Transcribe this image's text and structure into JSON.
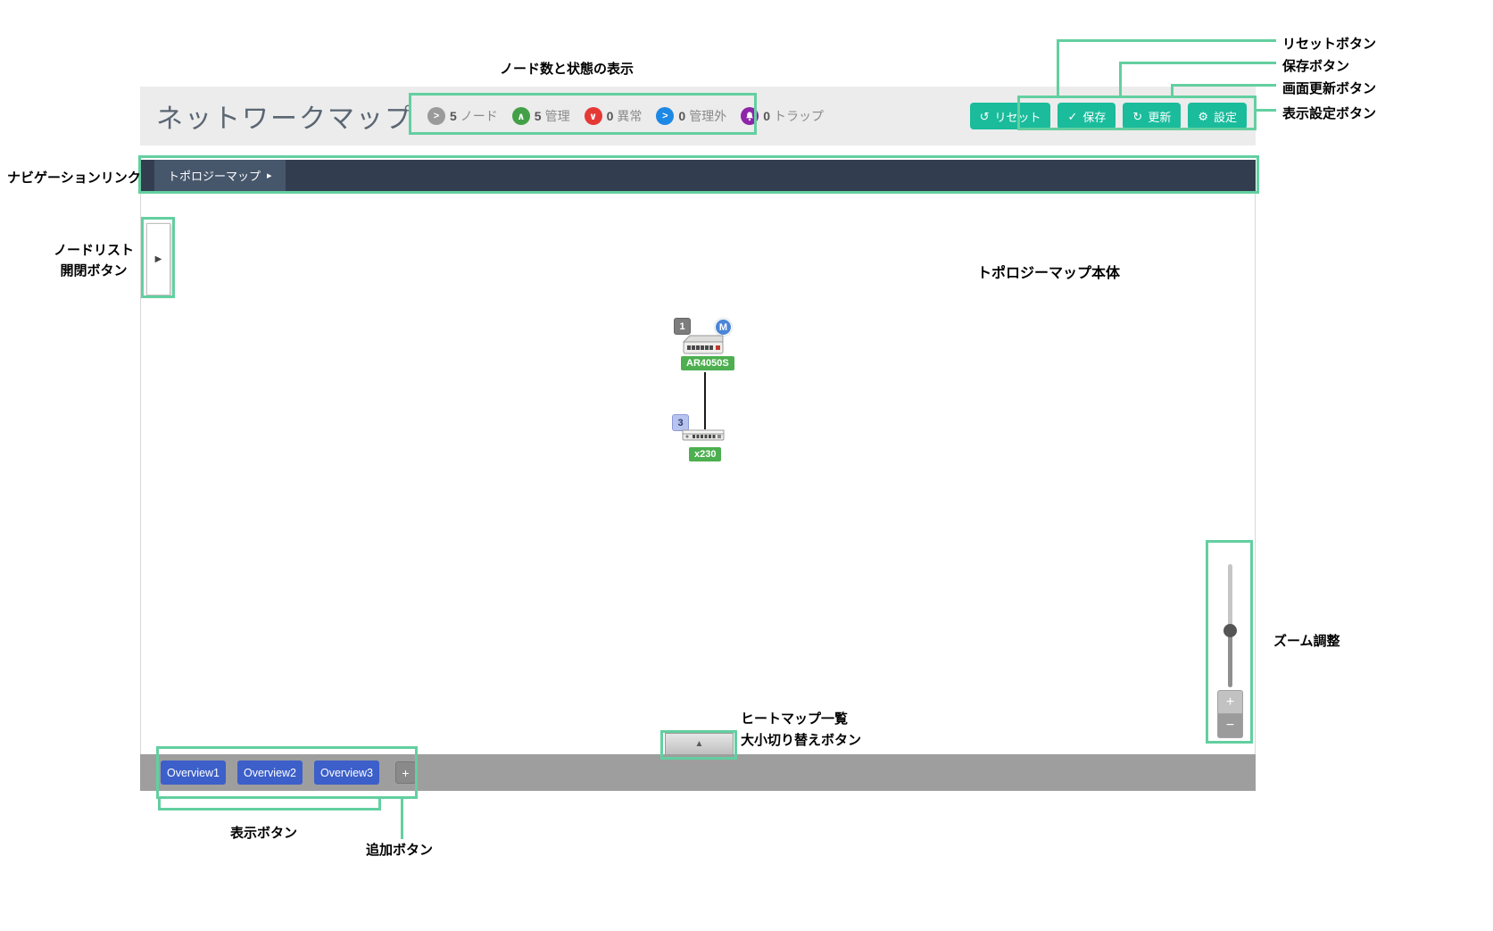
{
  "colors": {
    "annotation_green": "#63cfa0",
    "button_teal": "#1abc9c",
    "nav_bg": "#323e4f",
    "overview_blue": "#3c5fc9",
    "node_label_green": "#4daf4f"
  },
  "header": {
    "title": "ネットワークマップ",
    "status": [
      {
        "count": "5",
        "label": "ノード",
        "icon": ">",
        "color": "#9a9a9a"
      },
      {
        "count": "5",
        "label": "管理",
        "icon": "∧",
        "color": "#43a047"
      },
      {
        "count": "0",
        "label": "異常",
        "icon": "∨",
        "color": "#e53935"
      },
      {
        "count": "0",
        "label": "管理外",
        "icon": ">",
        "color": "#1e88e5"
      },
      {
        "count": "0",
        "label": "トラップ",
        "icon": "bell",
        "color": "#8e24aa"
      }
    ],
    "buttons": [
      {
        "icon": "↺",
        "label": "リセット"
      },
      {
        "icon": "✓",
        "label": "保存"
      },
      {
        "icon": "↻",
        "label": "更新"
      },
      {
        "icon": "⚙",
        "label": "設定"
      }
    ]
  },
  "nav": {
    "tab_label": "トポロジーマップ",
    "tab_arrow": "▸"
  },
  "canvas": {
    "expand_arrow": "▶",
    "nodes": [
      {
        "badge": "1",
        "marker": "M",
        "label": "AR4050S",
        "type": "router"
      },
      {
        "badge": "3",
        "label": "x230",
        "type": "switch"
      }
    ],
    "zoom": {
      "plus": "+",
      "minus": "−"
    },
    "heatmap_toggle_arrow": "▲"
  },
  "bottom": {
    "tabs": [
      "Overview1",
      "Overview2",
      "Overview3"
    ],
    "add_label": "+"
  },
  "annotations": {
    "node_status": "ノード数と状態の表示",
    "reset": "リセットボタン",
    "save": "保存ボタン",
    "refresh": "画面更新ボタン",
    "settings": "表示設定ボタン",
    "nav_link": "ナビゲーションリンク",
    "node_list_line1": "ノードリスト",
    "node_list_line2": "開閉ボタン",
    "topology_body": "トポロジーマップ本体",
    "zoom": "ズーム調整",
    "heatmap_line1": "ヒートマップ一覧",
    "heatmap_line2": "大小切り替えボタン",
    "display_buttons": "表示ボタン",
    "add_button": "追加ボタン"
  }
}
